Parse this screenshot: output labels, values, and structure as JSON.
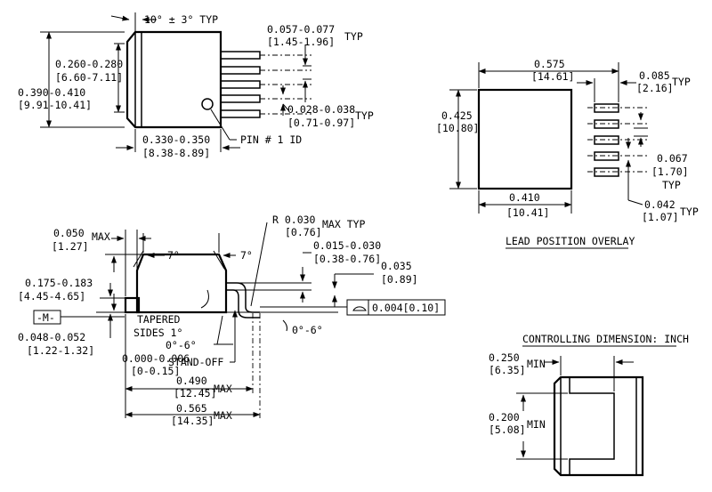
{
  "top_view": {
    "angle": "10° ± 3° TYP",
    "lead_pitch": [
      "0.057-0.077",
      "[1.45-1.96]"
    ],
    "lead_pitch_typ": "TYP",
    "body_width": [
      "0.260-0.280",
      "[6.60-7.11]"
    ],
    "overall_width": [
      "0.390-0.410",
      "[9.91-10.41]"
    ],
    "lead_width": [
      "0.028-0.038",
      "[0.71-0.97]"
    ],
    "lead_width_typ": "TYP",
    "body_length": [
      "0.330-0.350",
      "[8.38-8.89]"
    ],
    "pin_id": "PIN # 1 ID"
  },
  "overlay": {
    "width": [
      "0.575",
      "[14.61]"
    ],
    "height": [
      "0.425",
      "[10.80]"
    ],
    "pad_len": [
      "0.085",
      "[2.16]"
    ],
    "pad_len_typ": "TYP",
    "pad_pitch": [
      "0.067",
      "[1.70]",
      "TYP"
    ],
    "pad_w": [
      "0.042",
      "[1.07]"
    ],
    "pad_w_typ": "TYP",
    "inner_w": [
      "0.410",
      "[10.41]"
    ],
    "caption": "LEAD POSITION OVERLAY"
  },
  "side_view": {
    "max_tab": [
      "0.050",
      "[1.27]"
    ],
    "max_label": "MAX",
    "angle_left": "7°",
    "angle_right": "7°",
    "radius": [
      "R 0.030",
      "[0.76]"
    ],
    "radius_max": "MAX TYP",
    "lead_thk": [
      "0.015-0.030",
      "[0.38-0.76]"
    ],
    "lead_h": [
      "0.035",
      "[0.89]"
    ],
    "height": [
      "0.175-0.183",
      "[4.45-4.65]"
    ],
    "datum": "-M-",
    "tol_value": "0.004[0.10]",
    "tapered": [
      "TAPERED",
      "SIDES 1°"
    ],
    "foot_angle": "0°-6°",
    "seat_angle": "0°-6°",
    "tab_thk": [
      "0.048-0.052",
      "[1.22-1.32]"
    ],
    "standoff": [
      "0.000-0.006",
      "[0-0.15]"
    ],
    "standoff_label": "STAND-OFF",
    "len1": [
      "0.490",
      "[12.45]"
    ],
    "len2": [
      "0.565",
      "[14.35]"
    ]
  },
  "control": {
    "caption": "CONTROLLING DIMENSION: INCH",
    "min1": [
      "0.250",
      "[6.35]"
    ],
    "min2": [
      "0.200",
      "[5.08]"
    ],
    "min_label": "MIN"
  }
}
